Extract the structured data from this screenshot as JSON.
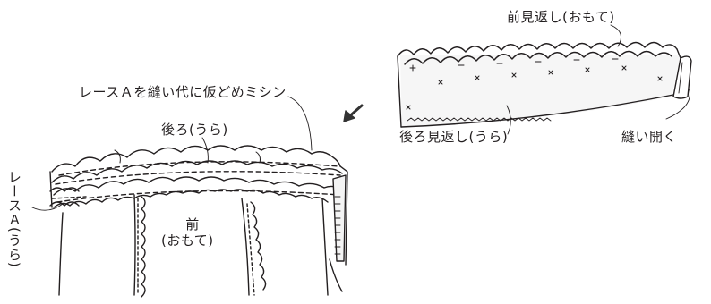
{
  "labels": {
    "front_facing_outside": "前見返し(おもて)",
    "back_facing_inside": "後ろ見返し(うら)",
    "press_open": "縫い開く",
    "lace_basting": "レースＡを縫い代に仮どめミシン",
    "back_inside": "後ろ(うら)",
    "front_word": "前",
    "front_outside": "(おもて)",
    "lace_a_inside": "レースＡ(うら)"
  },
  "colors": {
    "line": "#231f20",
    "facing_fill": "#f2f2f2",
    "arrow": "#333333"
  },
  "icons": {
    "direction_arrow": "arrow-down-left-icon"
  }
}
